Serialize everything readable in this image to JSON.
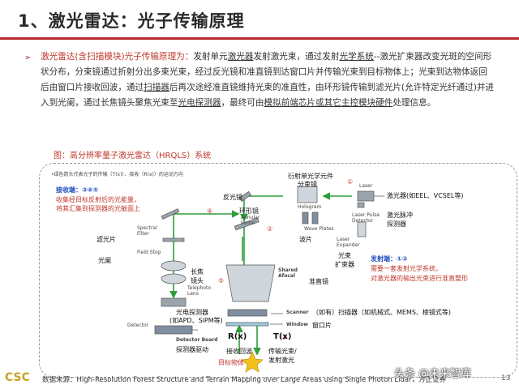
{
  "title": "1、激光雷达：光子传输原理",
  "bullet": "➢",
  "para": {
    "lead": "激光雷达(含扫描模块)光子传输原理为：",
    "t1": "发射单元",
    "l1": "激光器",
    "t2": "发射激光束，通过发射",
    "l2": "光学系统",
    "t3": "--激光扩束器改变光斑的空间形状分布，分束镜通过折射分出多束光束，经过反光镜和准直镜到达窗口片并传输光束到目标物体上；光束到达物体返回后由窗口片接收回波，通过",
    "l3": "扫描器",
    "t4": "后再次途经准直镜维持光束的准直性，由环形镜传输到滤光片(允许特定光纤通过)并进入到光阑，通过长焦镜头聚焦光束至",
    "l4": "光电探测器",
    "t5": "，最终可由",
    "l5": "模拟前端芯片或其它主控模块硬件",
    "t6": "处理信息。"
  },
  "figure": {
    "caption": "图：高分辨率量子激光雷达（HRQLS）系统",
    "note": "•绿色箭头代表光子的传输（T(x)）、接收（R(x)）的运动方向",
    "receive_title": "接收端：③⑥⑤",
    "receive_desc_1": "收集经目标反射后的光能量，",
    "receive_desc_2": "将其汇集到探测器的光敏面上",
    "transmit_title": "发射端：①②",
    "transmit_desc_1": "需要一套发射光学系统，",
    "transmit_desc_2": "对激光器的输出光束进行准直整形",
    "labels": {
      "diffractive": "衍射单光学元件",
      "splitter_cn": "分束镜",
      "hologram": "Hologram",
      "laser": "Laser",
      "laser_cn": "激光器(如EEL、VCSEL等)",
      "pulse_en": "Laser Pulse Detector",
      "pulse_cn": "激光脉冲",
      "pulse_cn2": "探测器",
      "reflector": "反光镜",
      "ring_mirror_cn": "环形镜",
      "ring_mirror_en": "Annular Mirror",
      "wave_plates": "Wave Plates",
      "wave_cn": "波片",
      "expander_en": "Laser Expander",
      "expander_cn": "光束",
      "expander_cn2": "扩束器",
      "spectral_en": "Spectral Filter",
      "spectral_cn": "滤光片",
      "field_stop_en": "Field Stop",
      "field_stop_cn": "光阑",
      "telephoto_cn": "长焦",
      "telephoto_cn2": "镜头",
      "telephoto_en": "Telephoto Lens",
      "shared_en": "Shared Afocal",
      "shared_cn": "准直镜",
      "scanner_en": "Scanner",
      "scanner_cn": "（如有）扫描器（如机械式、MEMS、棱镜式等)",
      "window_en": "Window",
      "window_cn": "窗口片",
      "pd_cn": "光电探测器",
      "pd_cn2": "(如APD、SiPM等)",
      "detector_en": "Detector",
      "board_en": "Detector Board",
      "board_cn": "探测器驱动",
      "rx": "R(x)",
      "tx": "T(x)",
      "recv_cn": "接收回波",
      "target_cn": "目标物体",
      "send_cn": "传输光束/",
      "send_cn2": "发射激光",
      "n1": "①",
      "n2": "②",
      "n3": "③",
      "n4": "④",
      "n5": "⑤"
    }
  },
  "source": "数据来源：High-Resolution Forest Structure and Terrain Mapping over Large Areas using Single Photon Lidar，方正证券",
  "logo": "CSC",
  "watermark": "头条 @未来智库",
  "page_number": "13",
  "colors": {
    "accent": "#b8282e",
    "green_arrow": "#2e9e3a",
    "blue_text": "#1f4fbf"
  }
}
